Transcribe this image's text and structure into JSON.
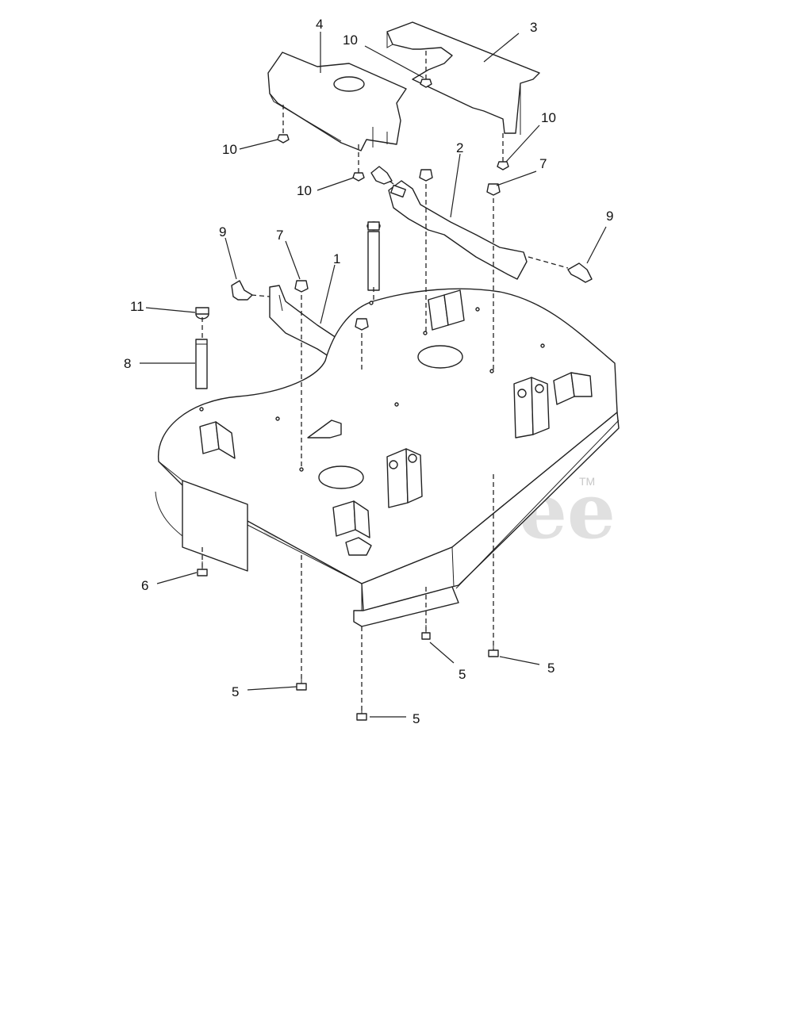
{
  "diagram": {
    "callouts": {
      "c1": "1",
      "c2": "2",
      "c3": "3",
      "c4": "4",
      "c5a": "5",
      "c5b": "5",
      "c5c": "5",
      "c5d": "5",
      "c6": "6",
      "c7a": "7",
      "c7b": "7",
      "c8": "8",
      "c9a": "9",
      "c9b": "9",
      "c10a": "10",
      "c10b": "10",
      "c10c": "10",
      "c10d": "10",
      "c11": "11"
    },
    "watermark": {
      "text": "PartsTree",
      "tm": "TM"
    }
  }
}
